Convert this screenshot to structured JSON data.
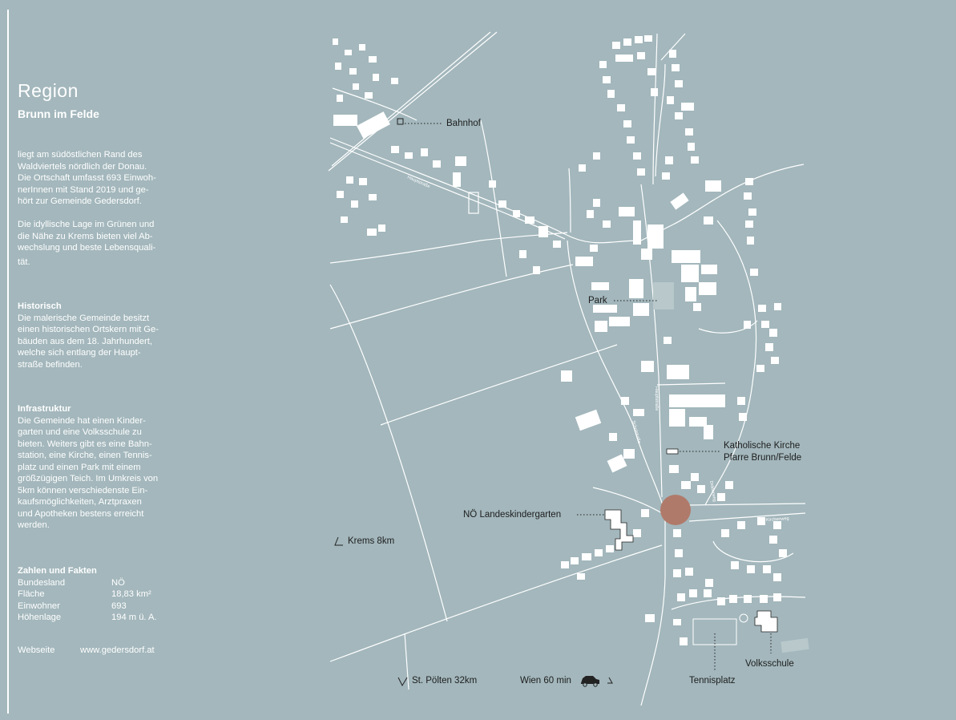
{
  "sidebar": {
    "title": "Region",
    "subtitle": "Brunn im Felde",
    "intro": [
      "liegt am südöstlichen Rand des",
      "Waldviertels nördlich der Donau.",
      "Die Ortschaft umfasst 693 Einwoh-",
      "nerInnen mit Stand 2019 und ge-",
      "hört zur Gemeinde Gedersdorf."
    ],
    "intro2": [
      "Die idyllische Lage im Grünen und",
      "die Nähe zu Krems bieten viel Ab-",
      "wechslung und beste Lebensquali-",
      "tät."
    ],
    "historisch_heading": "Historisch",
    "historisch": [
      "Die malerische Gemeinde besitzt",
      "einen historischen Ortskern mit Ge-",
      "bäuden aus dem 18. Jahrhundert,",
      "welche sich entlang der Haupt-",
      "straße befinden."
    ],
    "infra_heading": "Infrastruktur",
    "infra": [
      "Die Gemeinde hat einen Kinder-",
      "garten und eine Volksschule  zu",
      "bieten. Weiters gibt es eine Bahn-",
      "station, eine Kirche, einen Tennis-",
      "platz und einen Park mit einem",
      "größzügigen Teich. Im Umkreis von",
      "5km können verschiedenste Ein-",
      "kaufsmöglichkeiten, Arztpraxen",
      "und Apotheken bestens erreicht",
      "werden."
    ],
    "facts_heading": "Zahlen und Fakten",
    "facts": [
      {
        "label": "Bundesland",
        "value": "NÖ"
      },
      {
        "label": "Fläche",
        "value": "18,83 km²"
      },
      {
        "label": "Einwohner",
        "value": "693"
      },
      {
        "label": "Höhenlage",
        "value": "194 m ü. A."
      }
    ],
    "website_label": "Webseite",
    "website_value": "www.gedersdorf.at"
  },
  "map": {
    "labels": {
      "bahnhof": "Bahnhof",
      "park": "Park",
      "kirche_line1": "Katholische Kirche",
      "kirche_line2": "Pfarre Brunn/Felde",
      "kindergarten": "NÖ Landeskindergarten",
      "krems": "Krems 8km",
      "st_poelten": "St. Pölten 32km",
      "wien": "Wien 60 min",
      "tennisplatz": "Tennisplatz",
      "volksschule": "Volksschule"
    },
    "street_names": {
      "haupt1": "Hauptstraße",
      "haupt2": "Hauptstraße",
      "schulstrasse": "Schulstraße",
      "kirchenweg": "Kirchenweg",
      "doktorweg": "Doktorweg"
    },
    "colors": {
      "background": "#a3b7bc",
      "streets": "#ffffff",
      "buildings": "#ffffff",
      "highlight": "#b07a6a",
      "park": "#b8c8cb",
      "label_text": "#1e1e1e"
    },
    "icons": [
      "car-icon",
      "arrow-icon"
    ]
  }
}
